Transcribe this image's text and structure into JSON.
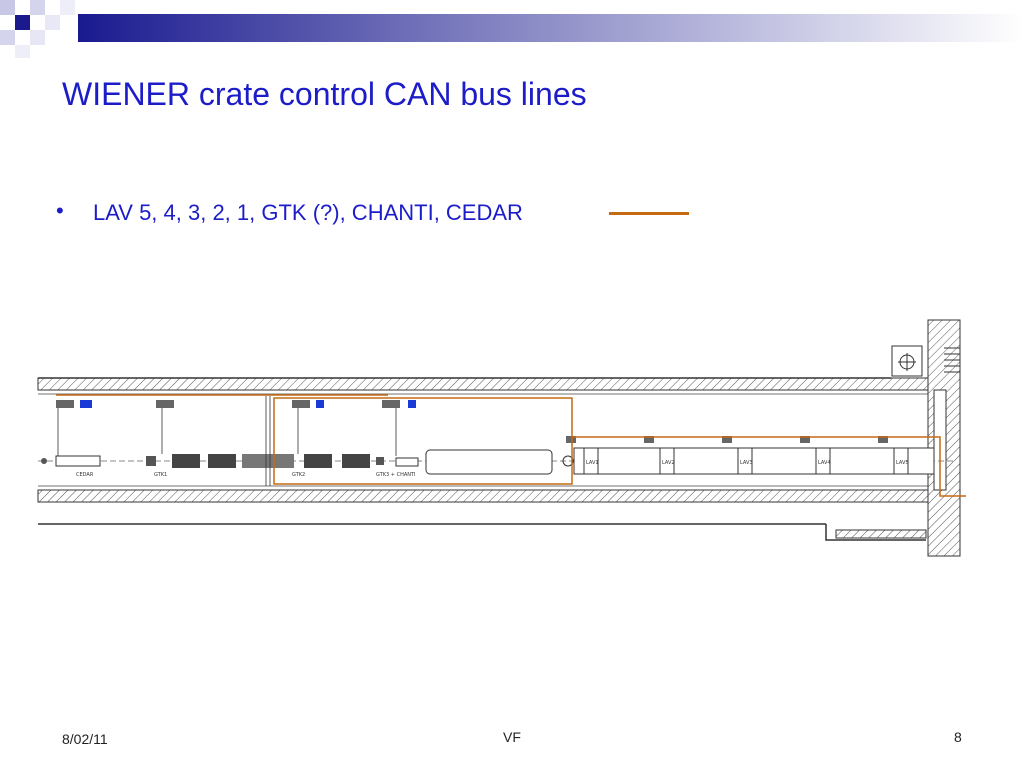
{
  "slide": {
    "title": "WIENER crate control CAN bus lines",
    "bullet": "LAV 5, 4, 3, 2, 1, GTK (?), CHANTI, CEDAR",
    "legend_color": "#c46a12",
    "title_color": "#1c1cc8"
  },
  "diagram": {
    "labels": {
      "cedar": "CEDAR",
      "gtk1": "GTK1",
      "gtk2": "GTK2",
      "gtk3_chanti": "GTK3 + CHANTI",
      "lav1": "LAV1",
      "lav2": "LAV2",
      "lav3": "LAV3",
      "lav4": "LAV4",
      "lav5": "LAV5"
    }
  },
  "footer": {
    "date": "8/02/11",
    "center": "VF",
    "page": "8"
  }
}
